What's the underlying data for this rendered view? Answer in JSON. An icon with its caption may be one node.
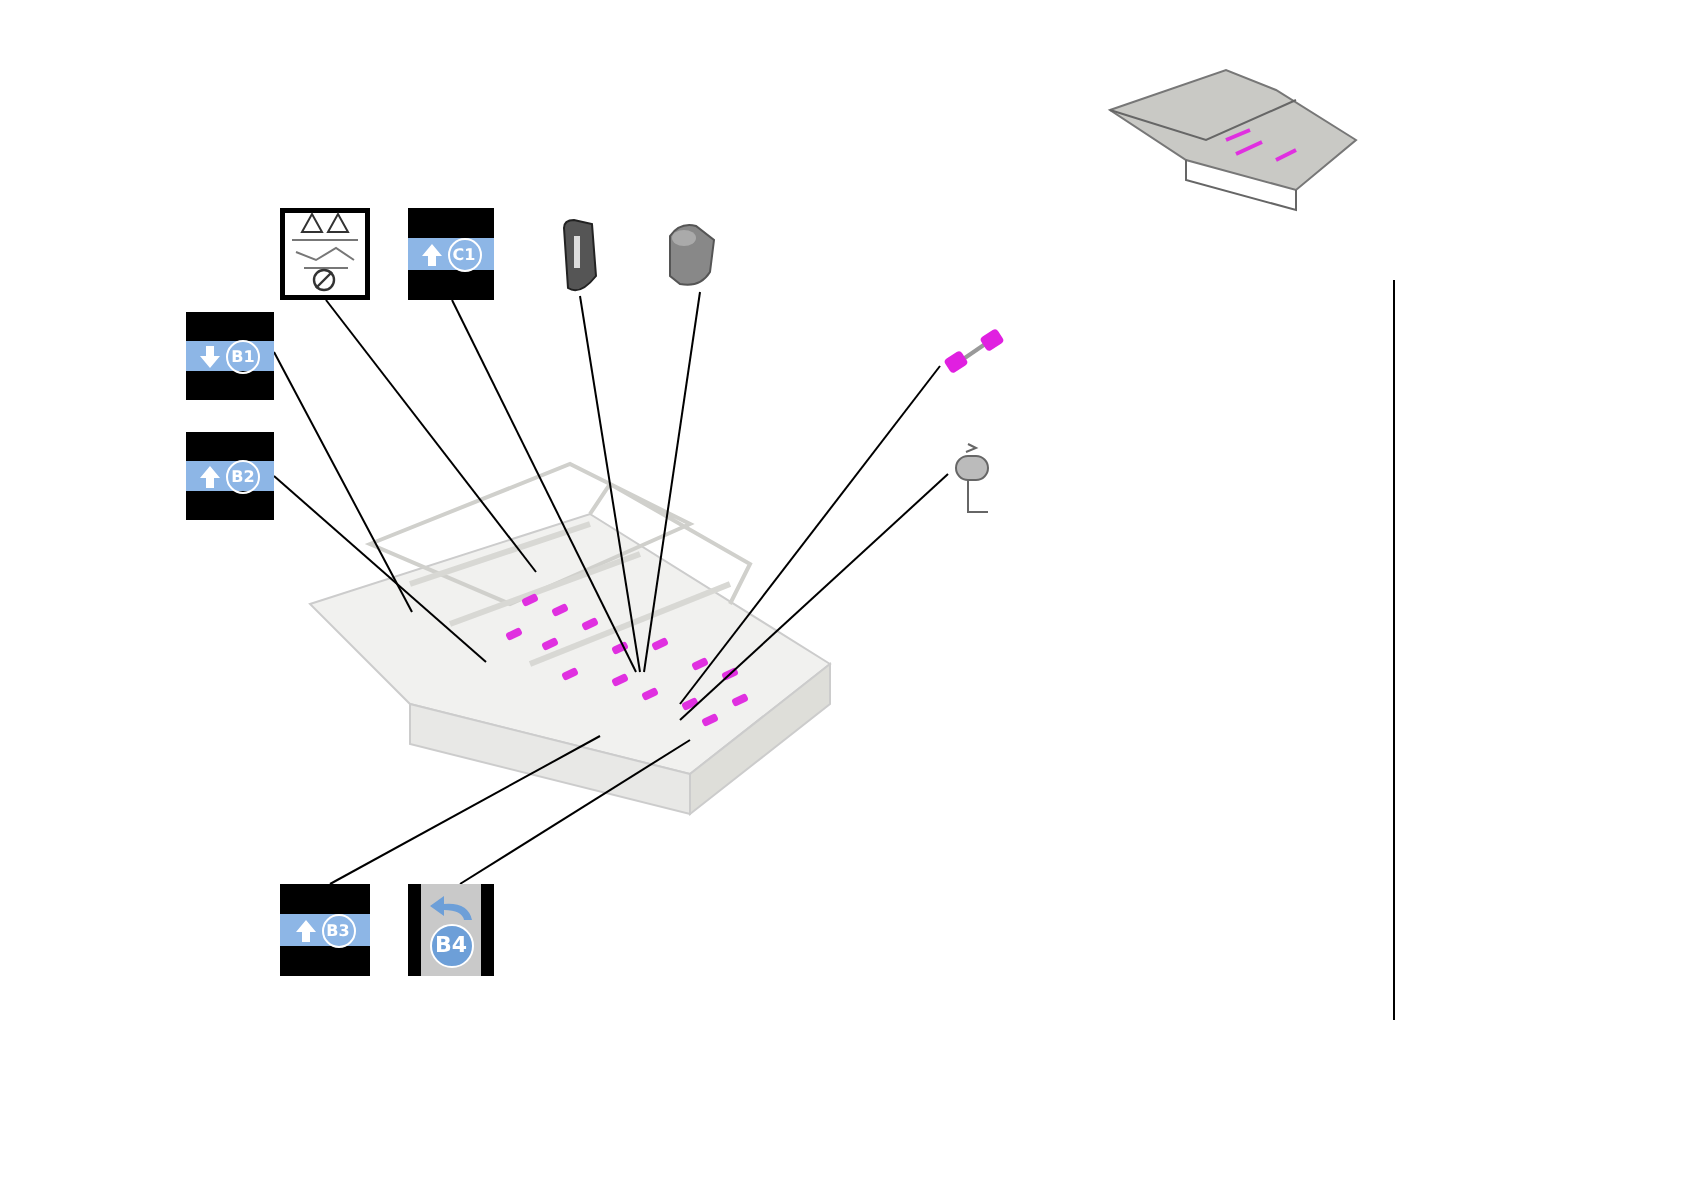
{
  "diagram": {
    "nodes": [
      {
        "text": [],
        "shape": "picture"
      },
      {
        "text": [
          "C1"
        ]
      },
      {
        "text": [],
        "shape": "picture"
      },
      {
        "text": [],
        "shape": "picture"
      },
      {
        "text": [
          "B1"
        ]
      },
      {
        "text": [
          "B2"
        ]
      },
      {
        "text": [],
        "shape": "picture"
      },
      {
        "text": [],
        "shape": "picture"
      },
      {
        "text": [],
        "shape": "picture"
      },
      {
        "text": [
          "B3"
        ]
      },
      {
        "text": [
          "B4"
        ]
      }
    ],
    "edges": [
      {
        "from": 0,
        "to": 8,
        "arrow": "none"
      },
      {
        "from": 1,
        "to": 8,
        "arrow": "none"
      },
      {
        "from": 2,
        "to": 8,
        "arrow": "none"
      },
      {
        "from": 3,
        "to": 8,
        "arrow": "none"
      },
      {
        "from": 4,
        "to": 8,
        "arrow": "none"
      },
      {
        "from": 5,
        "to": 8,
        "arrow": "none"
      },
      {
        "from": 6,
        "to": 8,
        "arrow": "none"
      },
      {
        "from": 7,
        "to": 8,
        "arrow": "none"
      },
      {
        "from": 9,
        "to": 8,
        "arrow": "none"
      },
      {
        "from": 10,
        "to": 8,
        "arrow": "none"
      }
    ]
  }
}
